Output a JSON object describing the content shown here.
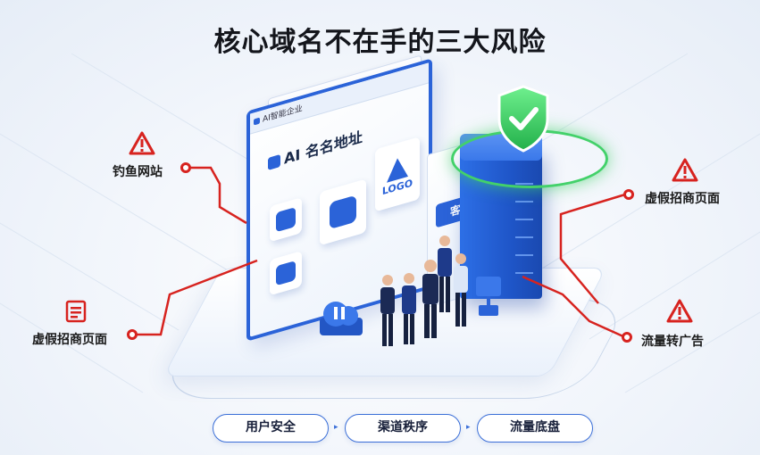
{
  "title": "核心域名不在手的三大风险",
  "browser": {
    "tab_title": "AI智能企业",
    "heading": "AI 名名地址",
    "logo_text": "LOGO"
  },
  "partner_badge": "客户合作",
  "risks": [
    {
      "label": "钓鱼网站",
      "icon": "warning-triangle-icon"
    },
    {
      "label": "虚假招商页面",
      "icon": "warning-triangle-icon"
    },
    {
      "label": "虚假招商页面",
      "icon": "document-icon"
    },
    {
      "label": "流量转广告",
      "icon": "warning-triangle-icon"
    }
  ],
  "pills": [
    "用户安全",
    "渠道秩序",
    "流量底盘"
  ],
  "colors": {
    "accent_blue": "#2b63d8",
    "risk_red": "#d7231f",
    "shield_green": "#43d16a"
  }
}
